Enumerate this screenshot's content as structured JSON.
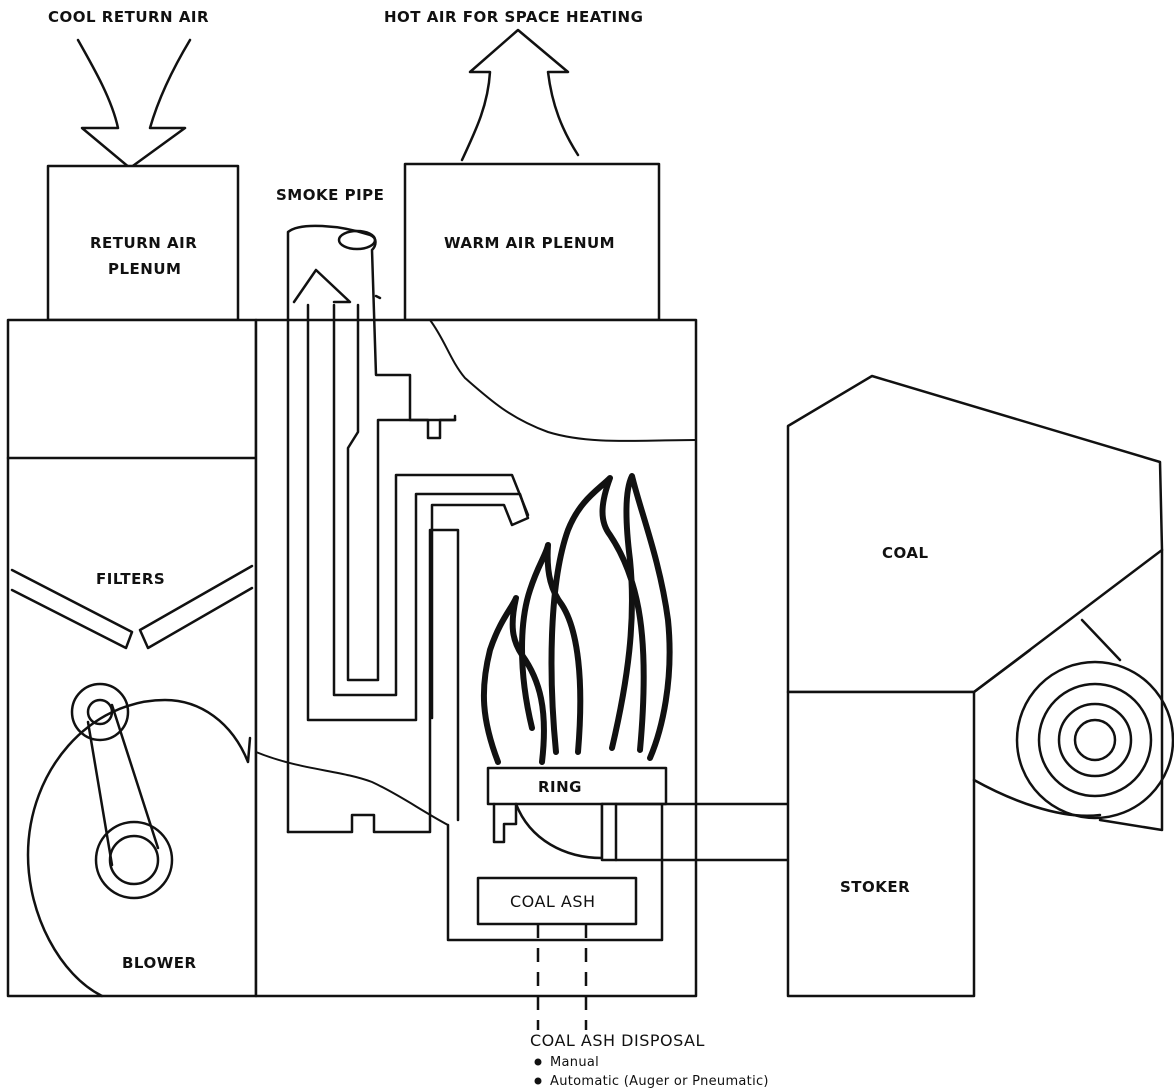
{
  "labels": {
    "cool_return_air": "COOL RETURN AIR",
    "hot_air": "HOT AIR FOR SPACE HEATING",
    "smoke_pipe": "SMOKE PIPE",
    "return_air_plenum_line1": "RETURN AIR",
    "return_air_plenum_line2": "PLENUM",
    "warm_air_plenum": "WARM AIR PLENUM",
    "filters": "FILTERS",
    "blower": "BLOWER",
    "ring": "RING",
    "coal_ash": "COAL ASH",
    "coal": "COAL",
    "stoker": "STOKER"
  },
  "disposal": {
    "title": "COAL ASH DISPOSAL",
    "options": [
      "Manual",
      "Automatic (Auger or Pneumatic)"
    ]
  }
}
